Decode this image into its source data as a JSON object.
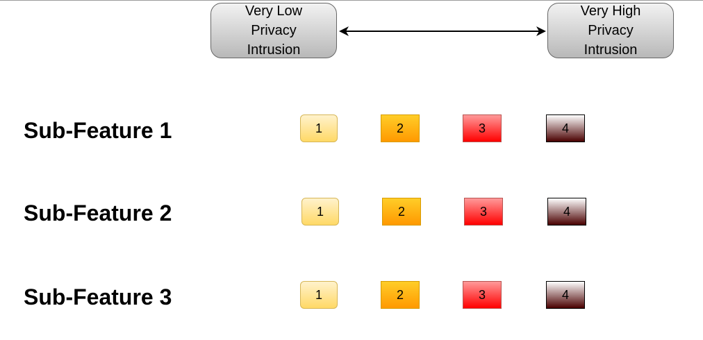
{
  "scale": {
    "low_label": "Very Low\nPrivacy\nIntrusion",
    "high_label": "Very High\nPrivacy\nIntrusion"
  },
  "levels": [
    "1",
    "2",
    "3",
    "4"
  ],
  "rows": [
    {
      "label": "Sub-Feature 1"
    },
    {
      "label": "Sub-Feature 2"
    },
    {
      "label": "Sub-Feature 3"
    }
  ],
  "colors": {
    "level1_fill": "#ffd966",
    "level2_fill": "#ff9900",
    "level3_fill": "#ff0000",
    "level4_fill": "#4a0000"
  }
}
